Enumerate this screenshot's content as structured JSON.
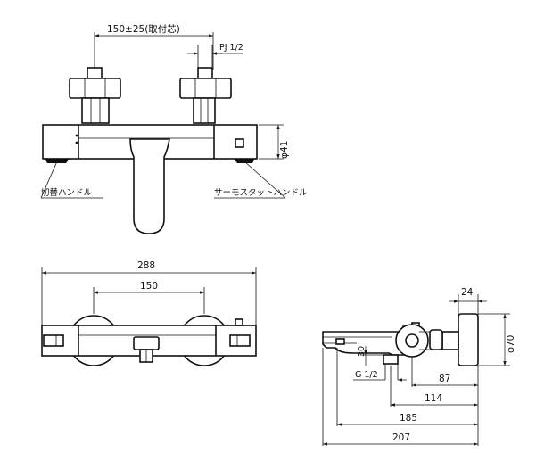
{
  "labels": {
    "top_spacing": "150±25(取付芯)",
    "thread_top": "PJ 1/2",
    "dia_body": "φ41",
    "switch_handle": "切替ハンドル",
    "thermo_handle": "サーモスタットハンドル",
    "width_total": "288",
    "width_center": "150",
    "depth_24": "24",
    "dia_flange": "φ70",
    "dim_30": "30",
    "thread_outlet": "G 1/2",
    "dim_87": "87",
    "dim_114": "114",
    "dim_185": "185",
    "dim_207": "207"
  }
}
